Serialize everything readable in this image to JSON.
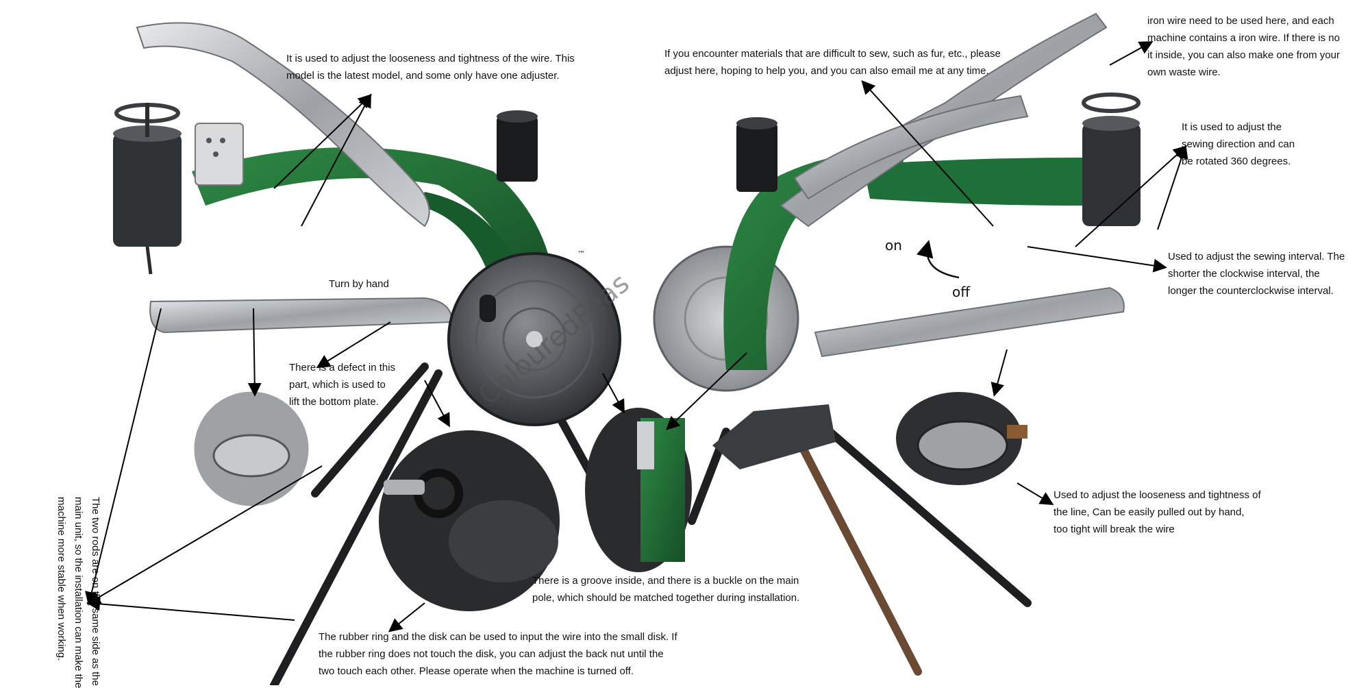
{
  "colors": {
    "background": "#ffffff",
    "machine_green": "#1f6b34",
    "metal": "#b9bcc0",
    "dark_metal": "#3a3d40",
    "arrow": "#000000"
  },
  "watermark": {
    "text": "ColouredPeas",
    "trademark": "™"
  },
  "labels": {
    "turn_by_hand": "Turn by hand",
    "on": "on",
    "off": "off"
  },
  "annotations": {
    "wire_adjuster": [
      "It is used to adjust the looseness and tightness of the wire. This",
      "model is the latest model, and some only have one adjuster."
    ],
    "difficult_materials": [
      "If you encounter materials that are difficult to sew, such as fur, etc., please",
      "adjust here, hoping to help you, and you can also email me at any time."
    ],
    "iron_wire": [
      "iron wire need to be used here, and each",
      "machine contains a iron wire. If there is no",
      "it inside, you can also make one from your",
      "own waste wire."
    ],
    "sewing_direction": [
      "It is used to adjust the",
      "sewing direction and can",
      "be rotated 360 degrees."
    ],
    "sewing_interval": [
      "Used to adjust the sewing interval. The",
      "shorter the clockwise interval, the",
      "longer the counterclockwise interval."
    ],
    "defect": [
      "There is a defect in this",
      "part, which is used to",
      "lift the bottom plate."
    ],
    "line_tension": [
      "Used to adjust the looseness and tightness of",
      "the line,   Can be easily pulled out by hand,",
      "too tight will break the wire"
    ],
    "groove": [
      "There is a groove inside, and there is a buckle on the main",
      "pole, which should be matched together during installation."
    ],
    "rubber_ring": [
      "The rubber ring and the disk can be used to input the wire into the small disk. If",
      "the rubber ring does not touch the disk, you can adjust the back nut until the",
      "two touch each other. Please operate when the machine is turned off."
    ],
    "two_rods": [
      "The two rods are on the same side as the",
      "main unit, so the installation can make the",
      "machine more stable when working."
    ]
  }
}
